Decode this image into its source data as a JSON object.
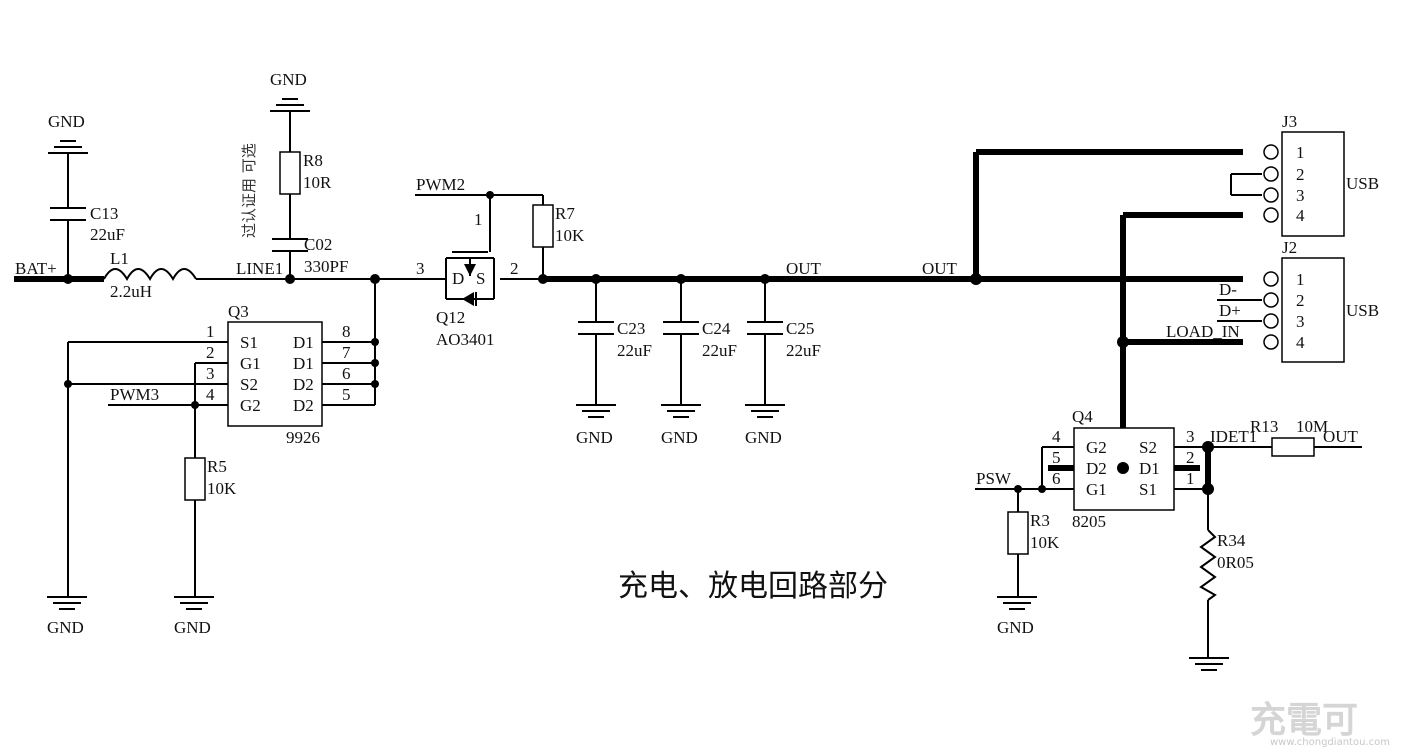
{
  "title": "充电、放电回路部分",
  "note": "过认证用 可选",
  "gnd": "GND",
  "nets": {
    "bat": "BAT+",
    "line1": "LINE1",
    "out": "OUT",
    "pwm2": "PWM2",
    "pwm3": "PWM3",
    "psw": "PSW",
    "idet1": "IDET1",
    "dminus": "D-",
    "dplus": "D+",
    "load_in": "LOAD_IN"
  },
  "parts": {
    "c13": {
      "ref": "C13",
      "value": "22uF"
    },
    "l1": {
      "ref": "L1",
      "value": "2.2uH"
    },
    "r8": {
      "ref": "R8",
      "value": "10R"
    },
    "c02": {
      "ref": "C02",
      "value": "330PF"
    },
    "q3": {
      "ref": "Q3",
      "value": "9926",
      "left_pins": [
        {
          "num": "1",
          "name": "S1"
        },
        {
          "num": "2",
          "name": "G1"
        },
        {
          "num": "3",
          "name": "S2"
        },
        {
          "num": "4",
          "name": "G2"
        }
      ],
      "right_pins": [
        {
          "num": "8",
          "name": "D1"
        },
        {
          "num": "7",
          "name": "D1"
        },
        {
          "num": "6",
          "name": "D2"
        },
        {
          "num": "5",
          "name": "D2"
        }
      ]
    },
    "r5": {
      "ref": "R5",
      "value": "10K"
    },
    "r7": {
      "ref": "R7",
      "value": "10K"
    },
    "q12": {
      "ref": "Q12",
      "value": "AO3401",
      "pin_d": "D",
      "pin_s": "S",
      "pin1": "1",
      "pin2": "2",
      "pin3": "3"
    },
    "c23": {
      "ref": "C23",
      "value": "22uF"
    },
    "c24": {
      "ref": "C24",
      "value": "22uF"
    },
    "c25": {
      "ref": "C25",
      "value": "22uF"
    },
    "j3": {
      "ref": "J3",
      "value": "USB",
      "pins": [
        "1",
        "2",
        "3",
        "4"
      ]
    },
    "j2": {
      "ref": "J2",
      "value": "USB",
      "pins": [
        "1",
        "2",
        "3",
        "4"
      ]
    },
    "q4": {
      "ref": "Q4",
      "value": "8205",
      "left_pins": [
        {
          "num": "4",
          "name": "G2"
        },
        {
          "num": "5",
          "name": "D2"
        },
        {
          "num": "6",
          "name": "G1"
        }
      ],
      "right_pins": [
        {
          "num": "3",
          "name": "S2"
        },
        {
          "num": "2",
          "name": "D1"
        },
        {
          "num": "1",
          "name": "S1"
        }
      ]
    },
    "r3": {
      "ref": "R3",
      "value": "10K"
    },
    "r13": {
      "ref": "R13",
      "value": "10M"
    },
    "r34": {
      "ref": "R34",
      "value": "0R05"
    }
  },
  "watermark": {
    "main": "充電可",
    "sub": "www.chongdiantou.com"
  }
}
